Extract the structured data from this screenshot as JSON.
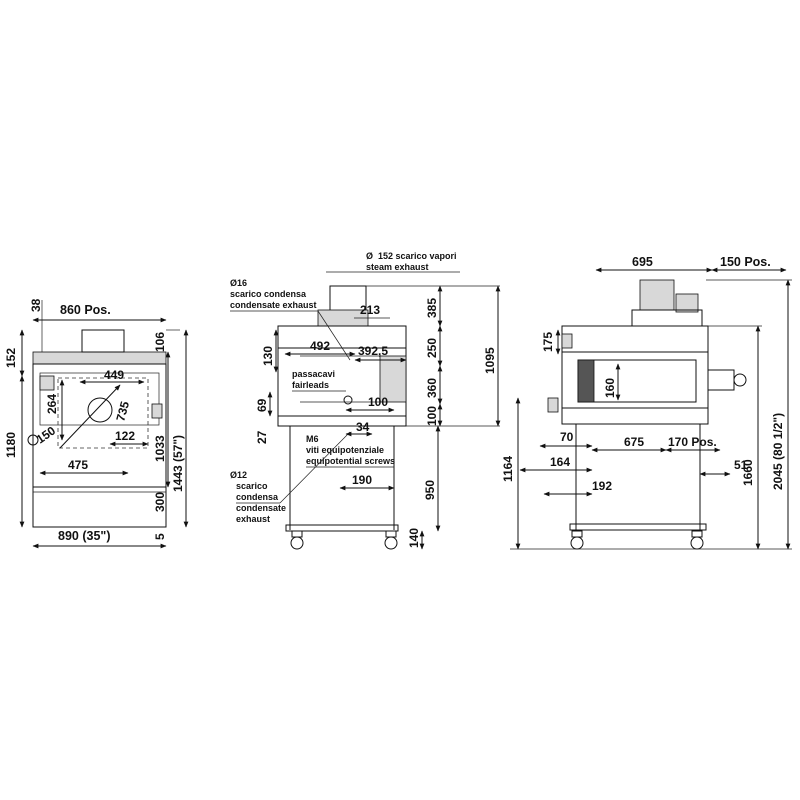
{
  "front_view": {
    "dims": {
      "width_pos": "860 Pos.",
      "d38": "38",
      "d152": "152",
      "d106": "106",
      "d449": "449",
      "d264": "264",
      "d735": "735",
      "d150": "150",
      "d122": "122",
      "d475": "475",
      "d1180": "1180",
      "d1033": "1033",
      "d1443": "1443 (57\")",
      "d300": "300",
      "d5": "5",
      "width_total": "890 (35\")"
    }
  },
  "side_view": {
    "labels": {
      "steam_it": "152 scarico vapori",
      "steam_en": "steam exhaust",
      "condensate16_size": "16",
      "condensate16_it": "scarico condensa",
      "condensate16_en": "condensate exhaust",
      "fairleads_it": "passacavi",
      "fairleads_en": "fairleads",
      "m6": "M6",
      "equip_it": "viti equipotenziale",
      "equip_en": "equipotential screws",
      "condensate12_size": "12",
      "condensate12_it": "scarico",
      "condensate12_it2": "condensa",
      "condensate12_en": "condensate",
      "condensate12_en2": "exhaust",
      "diameter_symbol": "Ø"
    },
    "dims": {
      "d213": "213",
      "d492": "492",
      "d392": "392,5",
      "d130": "130",
      "d69": "69",
      "d27": "27",
      "d100a": "100",
      "d34": "34",
      "d385": "385",
      "d250": "250",
      "d360": "360",
      "d100b": "100",
      "d1095": "1095",
      "d190": "190",
      "d950": "950",
      "d140": "140"
    }
  },
  "rear_view": {
    "dims": {
      "d695": "695",
      "d150pos": "150 Pos.",
      "d175": "175",
      "d160": "160",
      "d70": "70",
      "d675": "675",
      "d170pos": "170 Pos.",
      "d164": "164",
      "d51": "51",
      "d192": "192",
      "d1164": "1164",
      "d1660": "1660",
      "d2045": "2045 (80 1/2\")"
    }
  },
  "icons": [
    "diameter-symbol-icon",
    "caster-wheel-icon",
    "fan-motor-icon",
    "thermostat-knob-icon"
  ]
}
